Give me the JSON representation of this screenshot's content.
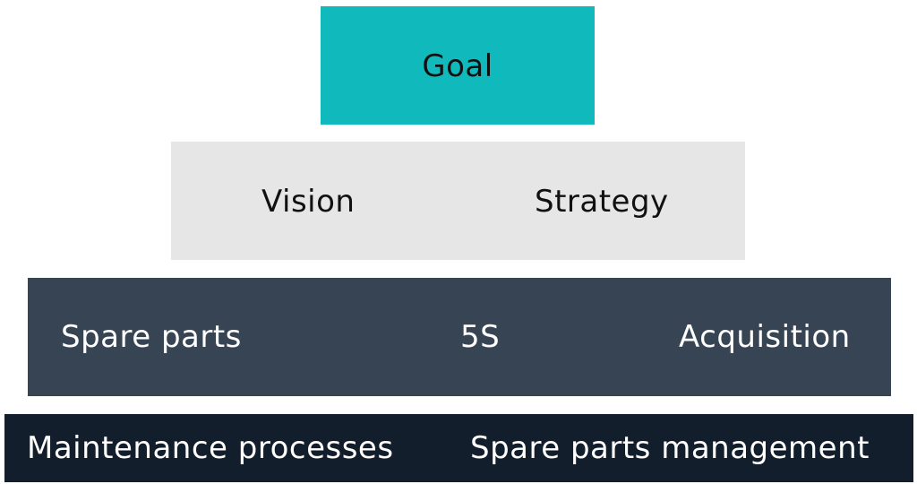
{
  "pyramid": {
    "goal": {
      "label": "Goal",
      "color": "#10b9bc"
    },
    "level2": {
      "items": [
        "Vision",
        "Strategy"
      ],
      "color": "#e6e6e6"
    },
    "level3": {
      "items": [
        "Spare parts",
        "5S",
        "Acquisition"
      ],
      "color": "#364454"
    },
    "level4": {
      "items": [
        "Maintenance processes",
        "Spare parts management"
      ],
      "color": "#131e2c"
    }
  }
}
